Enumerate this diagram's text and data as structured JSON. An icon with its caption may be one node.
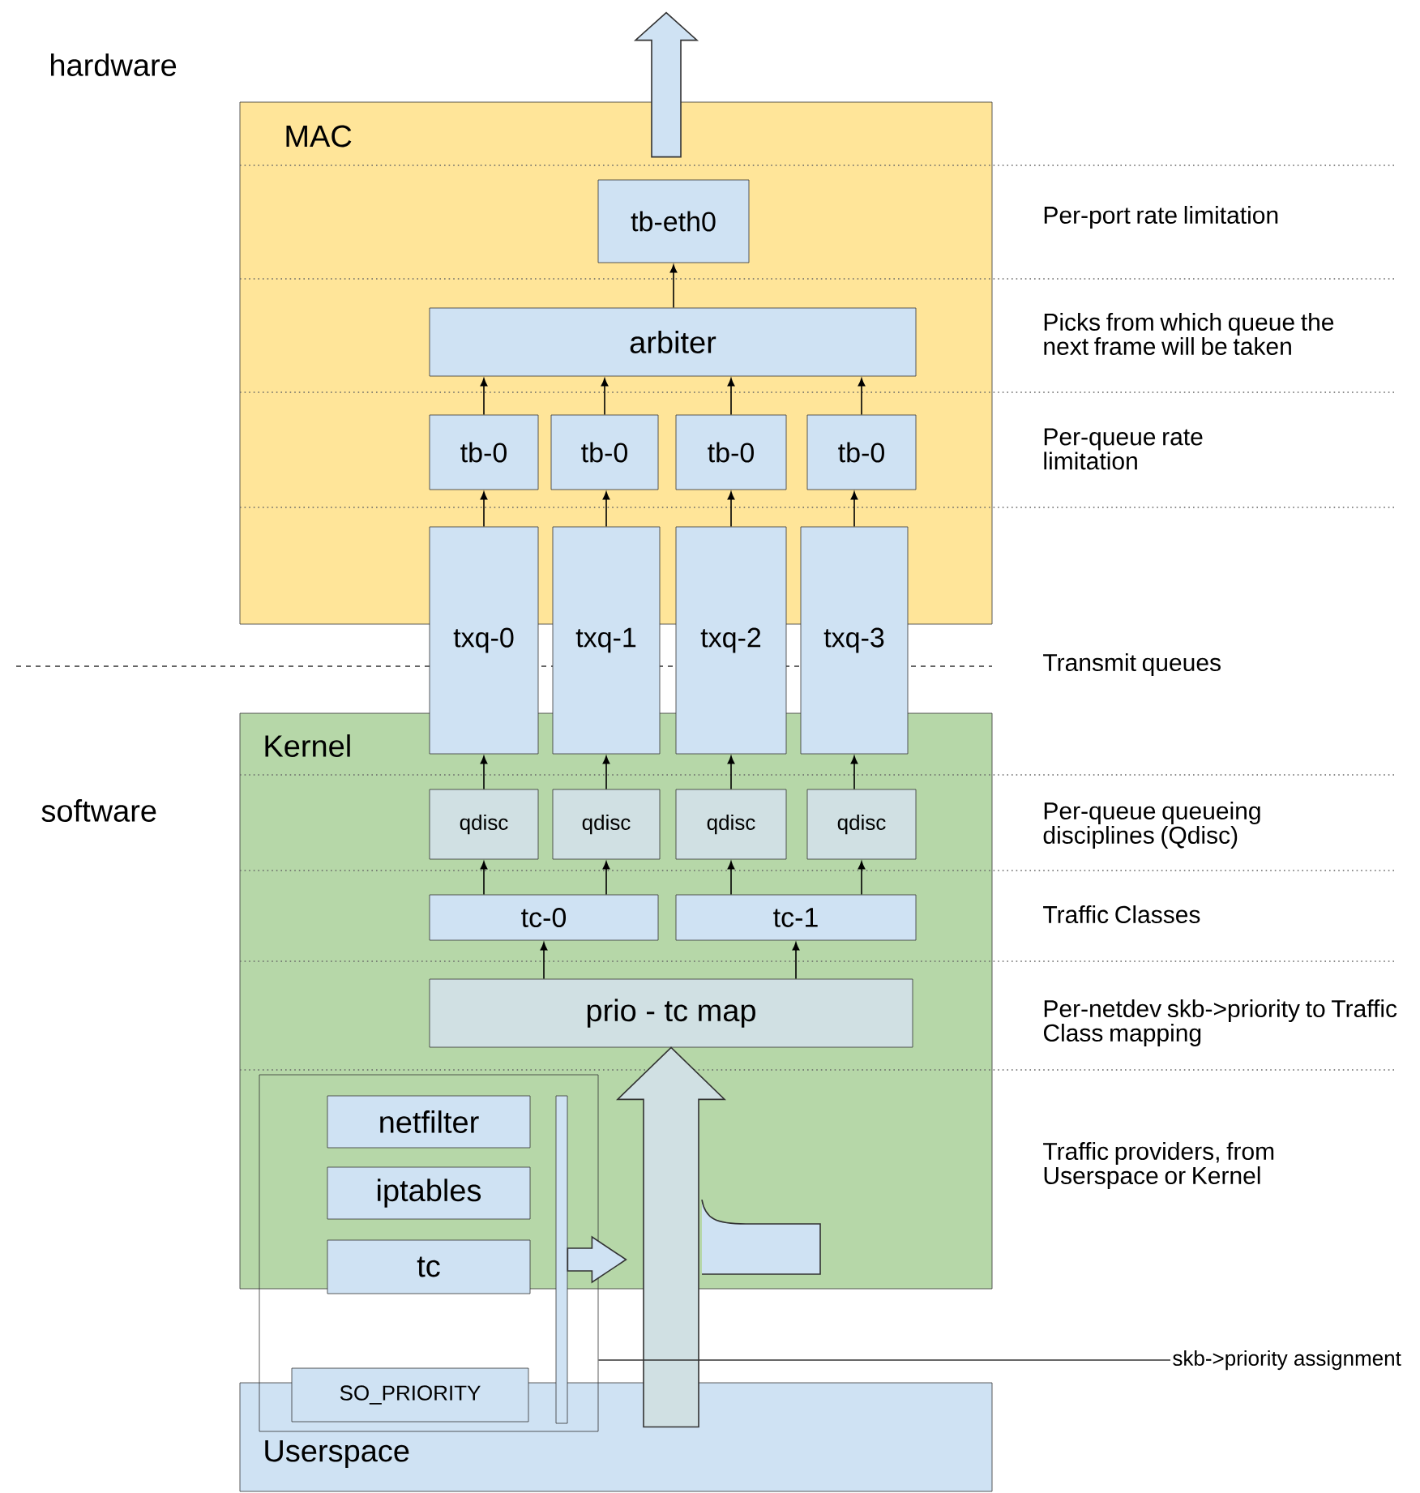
{
  "diagram": {
    "nodes": [
      {
        "text": [
          "MAC"
        ]
      },
      {
        "text": [
          "tb-eth0"
        ],
        "in": 0
      },
      {
        "text": [
          "arbiter"
        ],
        "in": 0
      },
      {
        "text": [
          "tb-0"
        ],
        "in": 0
      },
      {
        "text": [
          "tb-0"
        ],
        "in": 0
      },
      {
        "text": [
          "tb-0"
        ],
        "in": 0
      },
      {
        "text": [
          "tb-0"
        ],
        "in": 0
      },
      {
        "text": [
          "txq-0"
        ]
      },
      {
        "text": [
          "txq-1"
        ]
      },
      {
        "text": [
          "txq-2"
        ]
      },
      {
        "text": [
          "txq-3"
        ]
      },
      {
        "text": [
          "Kernel"
        ]
      },
      {
        "text": [
          "qdisc"
        ],
        "in": 11
      },
      {
        "text": [
          "qdisc"
        ],
        "in": 11
      },
      {
        "text": [
          "qdisc"
        ],
        "in": 11
      },
      {
        "text": [
          "qdisc"
        ],
        "in": 11
      },
      {
        "text": [
          "tc-0"
        ],
        "in": 11
      },
      {
        "text": [
          "tc-1"
        ],
        "in": 11
      },
      {
        "text": [
          "prio - tc map"
        ],
        "in": 11
      },
      {
        "text": [],
        "shape": "box"
      },
      {
        "text": [
          "netfilter"
        ]
      },
      {
        "text": [
          "iptables"
        ]
      },
      {
        "text": [
          "tc"
        ],
        "in": 19
      },
      {
        "text": [
          "SO_PRIORITY"
        ],
        "in": 19
      },
      {
        "text": [
          "Userspace"
        ]
      },
      {
        "text": [],
        "shape": "bar",
        "in": 19
      },
      {
        "text": [
          "skb->priority assignment"
        ]
      }
    ],
    "edges": [
      {
        "from": 2,
        "to": 1,
        "arrow": "to"
      },
      {
        "from": 3,
        "to": 2,
        "arrow": "to"
      },
      {
        "from": 4,
        "to": 2,
        "arrow": "to"
      },
      {
        "from": 5,
        "to": 2,
        "arrow": "to"
      },
      {
        "from": 6,
        "to": 2,
        "arrow": "to"
      },
      {
        "from": 7,
        "to": 3,
        "arrow": "to"
      },
      {
        "from": 8,
        "to": 4,
        "arrow": "to"
      },
      {
        "from": 9,
        "to": 5,
        "arrow": "to"
      },
      {
        "from": 10,
        "to": 6,
        "arrow": "to"
      },
      {
        "from": 12,
        "to": 7,
        "arrow": "to"
      },
      {
        "from": 13,
        "to": 8,
        "arrow": "to"
      },
      {
        "from": 14,
        "to": 9,
        "arrow": "to"
      },
      {
        "from": 15,
        "to": 10,
        "arrow": "to"
      },
      {
        "from": 16,
        "to": 12,
        "arrow": "to"
      },
      {
        "from": 16,
        "to": 13,
        "arrow": "to"
      },
      {
        "from": 17,
        "to": 14,
        "arrow": "to"
      },
      {
        "from": 17,
        "to": 15,
        "arrow": "to"
      },
      {
        "from": 18,
        "to": 16,
        "arrow": "to"
      },
      {
        "from": 18,
        "to": 17,
        "arrow": "to"
      },
      {
        "from": 24,
        "to": 18,
        "arrow": "to",
        "style": "thick"
      },
      {
        "from": 25,
        "to": null,
        "arrow": "to",
        "style": "thick"
      },
      {
        "from": 0,
        "to": null,
        "arrow": "to",
        "style": "thick"
      },
      {
        "from": 26,
        "to": 19,
        "arrow": "none"
      }
    ],
    "labels": [
      "hardware",
      "Per-port rate limitation",
      "Picks from which queue the next frame will be taken",
      "Per-queue rate limitation",
      "Transmit queues",
      "software",
      "Per-queue queueing disciplines (Qdisc)",
      "Traffic Classes",
      "Per-netdev skb->priority to Traffic Class mapping",
      "Traffic providers, from Userspace or Kernel"
    ]
  }
}
